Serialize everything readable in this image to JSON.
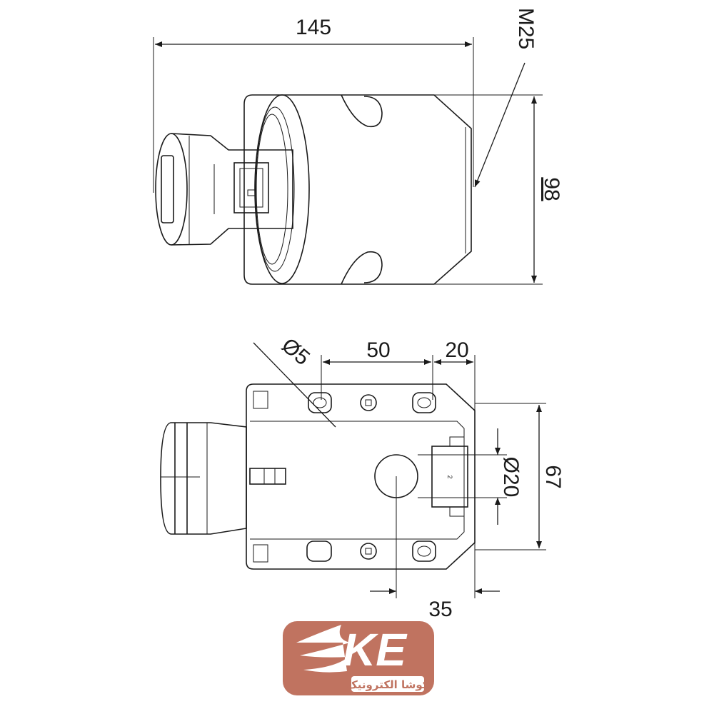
{
  "drawing": {
    "top_view": {
      "dim_length": "145",
      "dim_thread": "M25",
      "dim_height": "98"
    },
    "bottom_view": {
      "dim_hole_diameter": "Ø5",
      "dim_hole_spacing": "50",
      "dim_edge_offset": "20",
      "dim_center_hole_diameter": "Ø20",
      "dim_width": "67",
      "dim_center_offset": "35",
      "part_marking": "2"
    }
  },
  "logo": {
    "letters": "KE",
    "tagline": "کوشا الکترونیک",
    "color": "#c07360"
  }
}
